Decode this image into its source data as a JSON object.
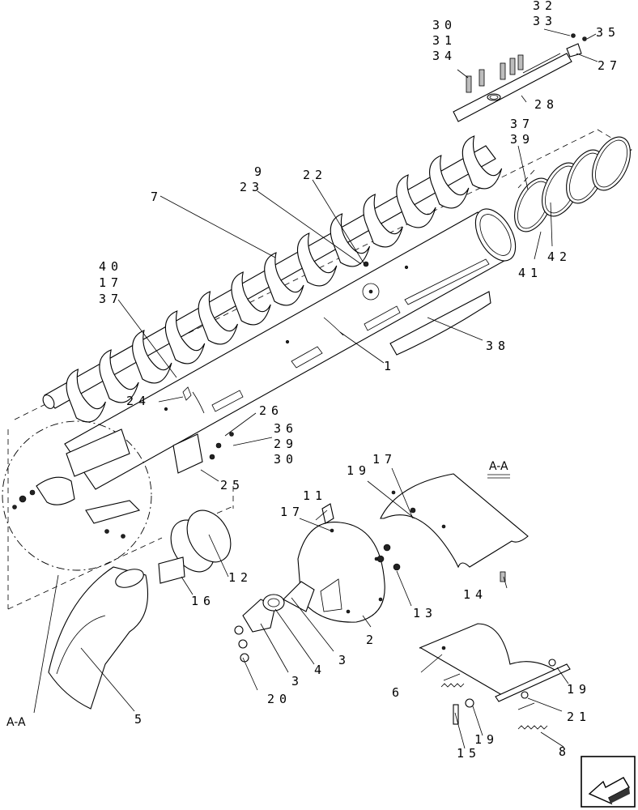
{
  "callouts": {
    "c30_31_34": [
      "30",
      "31",
      "34"
    ],
    "c32_33": [
      "32",
      "33"
    ],
    "c35": "35",
    "c27": "27",
    "c28": "28",
    "c37_39": [
      "37",
      "39"
    ],
    "c9_23": [
      "9",
      "23"
    ],
    "c22": "22",
    "c7": "7",
    "c41": "41",
    "c42": "42",
    "c40_17_37": [
      "40",
      "17",
      "37"
    ],
    "c38": "38",
    "c1": "1",
    "c24": "24",
    "c26": "26",
    "c36_29_30": [
      "36",
      "29",
      "30"
    ],
    "c25": "25",
    "c19_top": "19",
    "c17_top": "17",
    "c11": "11",
    "c17_mid": "17",
    "c12": "12",
    "c16": "16",
    "c13": "13",
    "c14": "14",
    "c2": "2",
    "c3a": "3",
    "c4": "4",
    "c3b": "3",
    "c20": "20",
    "c6": "6",
    "c19_right": "19",
    "c21": "21",
    "c8": "8",
    "c19_bottom": "19",
    "c15": "15",
    "c5": "5"
  },
  "section_labels": {
    "detail_view": "A-A",
    "cut_marker": "A-A"
  },
  "icons": {
    "nav_arrow": "previous-page-arrow-icon"
  }
}
